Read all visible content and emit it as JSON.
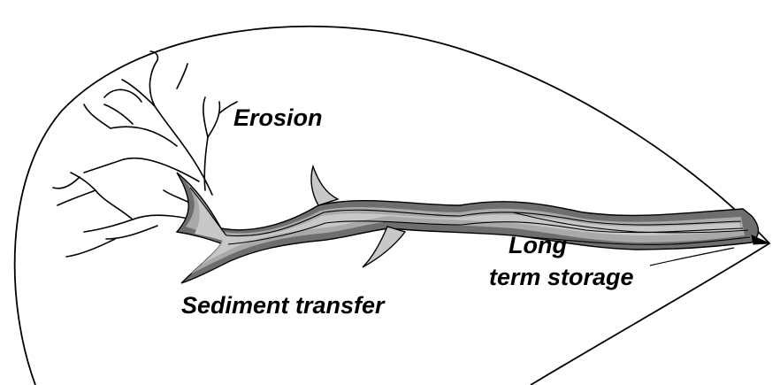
{
  "diagram": {
    "labels": {
      "erosion": "Erosion",
      "sediment_transfer": "Sediment transfer",
      "storage_line1": "Long",
      "storage_line2": "term storage"
    },
    "colors": {
      "outline": "#000000",
      "channel_light": "#c8c8c8",
      "channel_mid": "#a9a9a9",
      "channel_dark": "#6e6e6e",
      "background": "#ffffff"
    }
  }
}
